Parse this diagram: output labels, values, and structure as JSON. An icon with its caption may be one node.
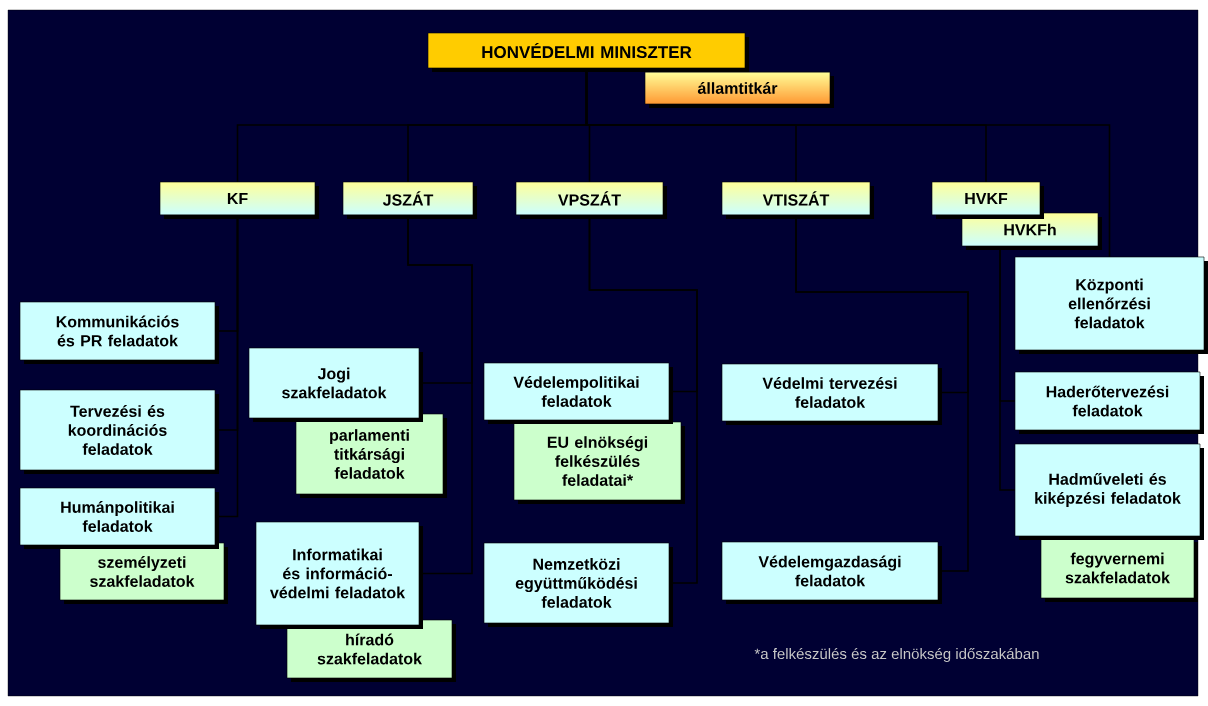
{
  "diagram": {
    "nodes": [
      {
        "text": [
          "HONVÉDELMI MINISZTER"
        ]
      },
      {
        "text": [
          "államtitkár"
        ]
      },
      {
        "text": [
          "KF"
        ]
      },
      {
        "text": [
          "JSZÁT"
        ]
      },
      {
        "text": [
          "VPSZÁT"
        ]
      },
      {
        "text": [
          "VTISZÁT"
        ]
      },
      {
        "text": [
          "HVKF"
        ]
      },
      {
        "text": [
          "HVKFh"
        ]
      },
      {
        "text": [
          "Központi ellenőrzési feladatok"
        ]
      },
      {
        "text": [
          "Kommunikációs és PR feladatok"
        ]
      },
      {
        "text": [
          "Tervezési és koordinációs feladatok"
        ]
      },
      {
        "text": [
          "Humánpolitikai feladatok"
        ]
      },
      {
        "text": [
          "személyzeti szakfeladatok"
        ]
      },
      {
        "text": [
          "Jogi szakfeladatok"
        ]
      },
      {
        "text": [
          "parlamenti titkársági feladatok"
        ]
      },
      {
        "text": [
          "Informatikai és információ-védelmi feladatok"
        ]
      },
      {
        "text": [
          "híradó szakfeladatok"
        ]
      },
      {
        "text": [
          "Védelempolitikai feladatok"
        ]
      },
      {
        "text": [
          "EU elnökségi felkészülés feladatai*"
        ]
      },
      {
        "text": [
          "Nemzetközi együttműködési feladatok"
        ]
      },
      {
        "text": [
          "Védelmi tervezési feladatok"
        ]
      },
      {
        "text": [
          "Védelemgazdasági feladatok"
        ]
      },
      {
        "text": [
          "Haderőtervezési feladatok"
        ]
      },
      {
        "text": [
          "Hadműveleti és kiképzési feladatok"
        ]
      },
      {
        "text": [
          "fegyvernemi szakfeladatok"
        ]
      }
    ],
    "edges": [
      {
        "from": 0,
        "to": 2,
        "arrow": "none"
      },
      {
        "from": 0,
        "to": 3,
        "arrow": "none"
      },
      {
        "from": 0,
        "to": 4,
        "arrow": "none"
      },
      {
        "from": 0,
        "to": 5,
        "arrow": "none"
      },
      {
        "from": 0,
        "to": 6,
        "arrow": "none"
      },
      {
        "from": 0,
        "to": 8,
        "arrow": "none"
      },
      {
        "from": 2,
        "to": 9,
        "arrow": "none"
      },
      {
        "from": 2,
        "to": 10,
        "arrow": "none"
      },
      {
        "from": 2,
        "to": 11,
        "arrow": "none"
      },
      {
        "from": 3,
        "to": 13,
        "arrow": "none"
      },
      {
        "from": 3,
        "to": 15,
        "arrow": "none"
      },
      {
        "from": 4,
        "to": 17,
        "arrow": "none"
      },
      {
        "from": 4,
        "to": 19,
        "arrow": "none"
      },
      {
        "from": 5,
        "to": 20,
        "arrow": "none"
      },
      {
        "from": 5,
        "to": 21,
        "arrow": "none"
      },
      {
        "from": 7,
        "to": 22,
        "arrow": "none"
      },
      {
        "from": 7,
        "to": 23,
        "arrow": "none"
      }
    ],
    "labels": [
      "*a felkészülés és az elnökség időszakában"
    ]
  }
}
